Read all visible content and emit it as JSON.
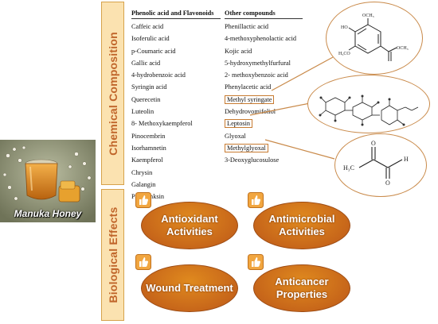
{
  "sections": {
    "chemical": "Chemical Composition",
    "biological": "Biological Effects"
  },
  "photo_caption": "Manuka Honey",
  "phenolic": {
    "header": "Phenolic acid and Flavonoids",
    "items": [
      "Caffeic acid",
      "Isoferulic acid",
      "p-Coumaric acid",
      "Gallic acid",
      "4-hydrobenzoic acid",
      "Syringin acid",
      "Querecetin",
      "Luteolin",
      "8- Methoxykaempferol",
      "Pinocembrin",
      "Isorhamnetin",
      "Kaempferol",
      "Chrysin",
      "Galangin",
      "Pinobanksin"
    ]
  },
  "other": {
    "header": "Other compounds",
    "items": [
      "Phenillactic acid",
      "4-methoxyphenolactic acid",
      "Kojic acid",
      "5-hydroxymethylfurfural",
      "2- methoxybenzoic acid",
      "Phenylacetic acid",
      "Methyl syringate",
      "Dehydrovomifoliol",
      "Leptosin",
      "Glyoxal",
      "Methylglyoxal",
      "3-Deoxyglucosulose"
    ]
  },
  "effects": {
    "antioxidant": "Antioxidant Activities",
    "antimicrobial": "Antimicrobial Activities",
    "wound": "Wound Treatment",
    "anticancer": "Anticancer Properties"
  },
  "structure_labels": {
    "syringate_top": "OCH₃",
    "syringate_ho": "HO",
    "syringate_h3co": "H₃CO",
    "syringate_ester": "OCH₃",
    "mg_h3c": "H₃C",
    "mg_o": "O",
    "mg_h": "H"
  },
  "colors": {
    "section_fill": "#fbe2b0",
    "section_text": "#c0652a",
    "effect_fill": "#c7661a",
    "highlight_border": "#c77a30"
  },
  "icons": [
    "thumbs-up-icon"
  ]
}
